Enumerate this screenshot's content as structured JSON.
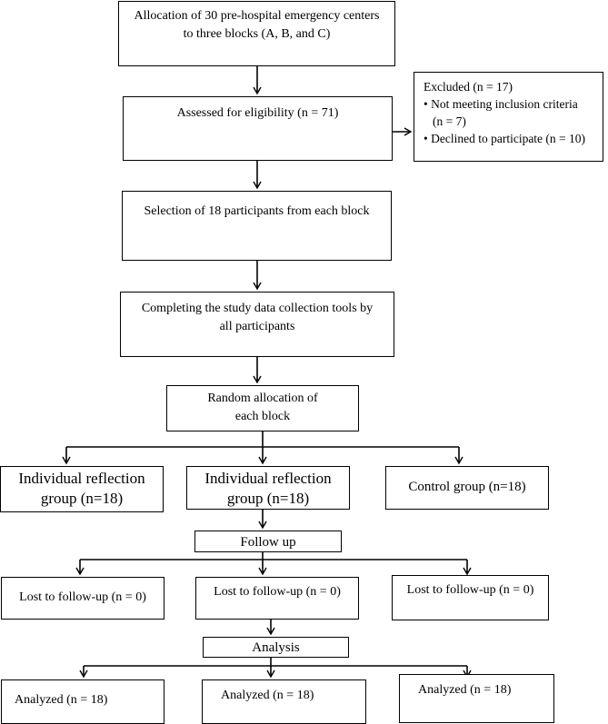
{
  "boxes": {
    "allocation": "Allocation of 30 pre-hospital emergency centers to three blocks (A, B, and C)",
    "eligibility": "Assessed for eligibility (n = 71)",
    "excluded": {
      "title": "Excluded (n = 17)",
      "items": [
        {
          "line1": "Not meeting inclusion criteria",
          "line2": "(n = 7)"
        },
        {
          "line1": "Declined to participate (n = 10)"
        }
      ]
    },
    "selection": "Selection of 18 participants from each block",
    "completing": "Completing the study data collection tools by all participants",
    "random": "Random allocation of each block",
    "groups": [
      "Individual reflection group (n=18)",
      "Individual reflection group (n=18)",
      "Control group (n=18)"
    ],
    "followup": "Follow up",
    "lost": [
      "Lost to follow-up (n = 0)",
      "Lost to follow-up (n = 0)",
      "Lost to follow-up (n = 0)"
    ],
    "analysis": "Analysis",
    "analyzed": [
      "Analyzed (n = 18)",
      "Analyzed (n = 18)",
      "Analyzed (n = 18)"
    ]
  }
}
